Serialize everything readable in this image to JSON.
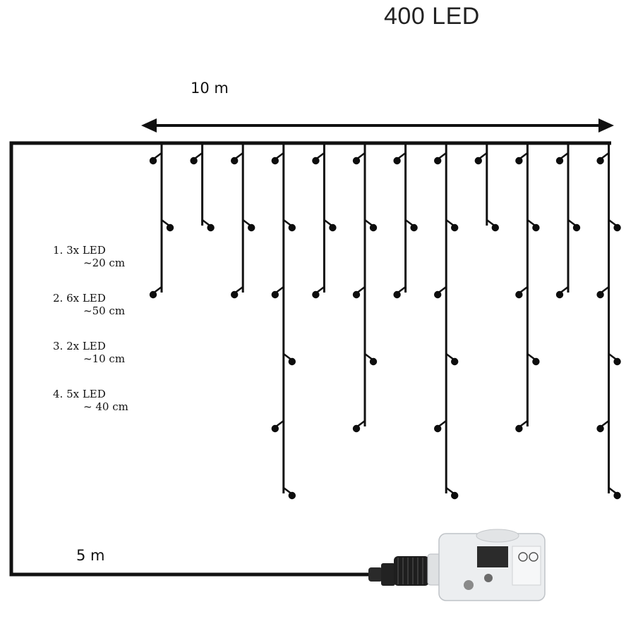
{
  "title": "400 LED",
  "dimensions": {
    "width_label": "10 m",
    "lead_label": "5 m"
  },
  "legend": [
    {
      "label": "1. 3x LED",
      "length": "~20 cm"
    },
    {
      "label": "2. 6x LED",
      "length": "~50 cm"
    },
    {
      "label": "3. 2x LED",
      "length": "~10 cm"
    },
    {
      "label": "4. 5x LED",
      "length": "~ 40 cm"
    }
  ],
  "strand_pattern": [
    1,
    3,
    1,
    2,
    1,
    4,
    1,
    2,
    3,
    4,
    1,
    2
  ],
  "strand_led_counts": {
    "1": 3,
    "2": 6,
    "3": 2,
    "4": 5
  },
  "colors": {
    "wire": "#111111",
    "text": "#111111",
    "adapter_body": "#eceef0",
    "connector": "#2a2a2a"
  },
  "icons": [
    "power-adapter-icon",
    "ce-mark-icon"
  ]
}
